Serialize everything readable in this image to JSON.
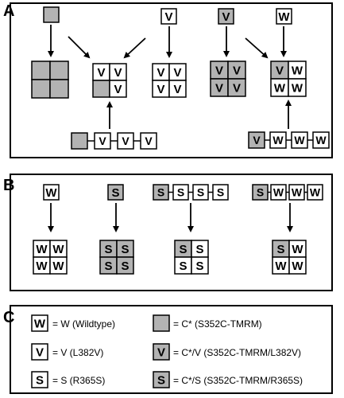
{
  "panels": {
    "A": {
      "label": "A"
    },
    "B": {
      "label": "B"
    },
    "C": {
      "label": "C"
    }
  },
  "letters": {
    "V": "V",
    "W": "W",
    "S": "S"
  },
  "colors": {
    "gray": "#b3b3b3",
    "white": "#ffffff",
    "stroke": "#000000"
  },
  "legend": {
    "items": [
      {
        "key": "W",
        "text": "= W (Wildtype)"
      },
      {
        "key": "V",
        "text": "= V (L382V)"
      },
      {
        "key": "S",
        "text": "= S (R365S)"
      },
      {
        "key": "C",
        "text": "= C* (S352C-TMRM)"
      },
      {
        "key": "CV",
        "text": "= C*/V (S352C-TMRM/L382V)"
      },
      {
        "key": "CS",
        "text": "= C*/S (S352C-TMRM/R365S)"
      }
    ]
  }
}
